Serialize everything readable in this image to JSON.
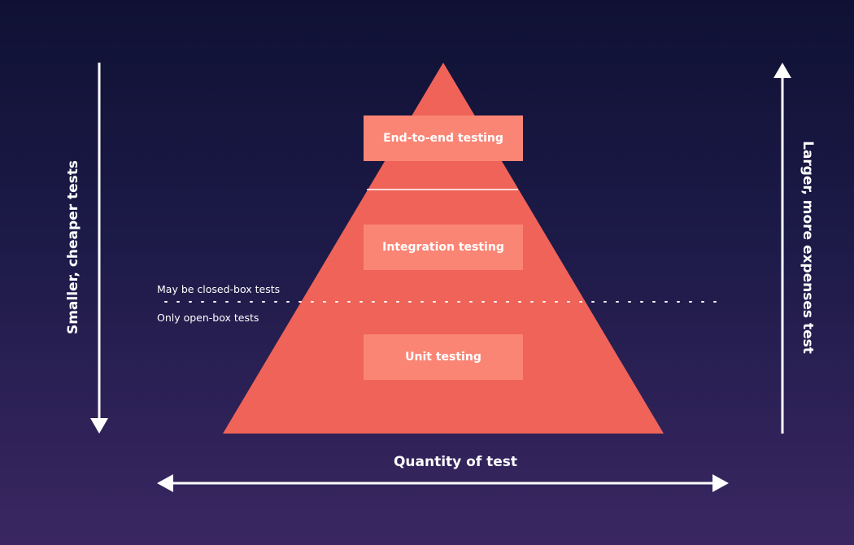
{
  "labels": {
    "left_axis": "Smaller, cheaper tests",
    "right_axis": "Larger, more expenses test",
    "bottom_axis": "Quantity of test",
    "closed_box_note": "May be closed-box tests",
    "open_box_note": "Only open-box tests"
  },
  "pyramid_levels": [
    {
      "label": "End-to-end testing"
    },
    {
      "label": "Integration testing"
    },
    {
      "label": "Unit testing"
    }
  ],
  "colors": {
    "pyramid": "#ef6358",
    "box": "#fb8575",
    "text": "#ffffff"
  }
}
